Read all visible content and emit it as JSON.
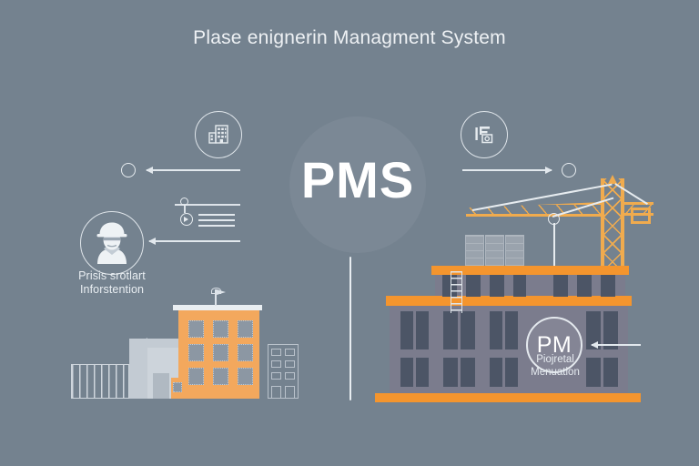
{
  "title": "Plase enignerin Managment System",
  "center": {
    "hub_label": "PMS"
  },
  "left_panel": {
    "building_icon": "office-building-icon",
    "worker_icon": "hard-hat-worker-icon",
    "worker_caption_line1": "Prisis srotlart",
    "worker_caption_line2": "Inforstention",
    "node_circle": "node-marker",
    "slider_widget": "settings-slider",
    "list_widget": "list-lines"
  },
  "right_panel": {
    "equipment_icon": "construction-equipment-icon",
    "node_circle": "node-marker",
    "pm_badge": "PM",
    "pm_caption_line1": "Piojretal",
    "pm_caption_line2": "Menuatlon",
    "crane": "tower-crane",
    "building": "building-under-construction",
    "ladder": "ladder",
    "containers": "stacked-containers"
  },
  "colors": {
    "background": "#74828f",
    "orange": "#f3a85d",
    "orange_deep": "#f4952e",
    "crane_yellow": "#f0ab4e",
    "light": "#e8edf1",
    "window_dark": "#4c5566",
    "concrete_gray": "#7b7c8d"
  }
}
